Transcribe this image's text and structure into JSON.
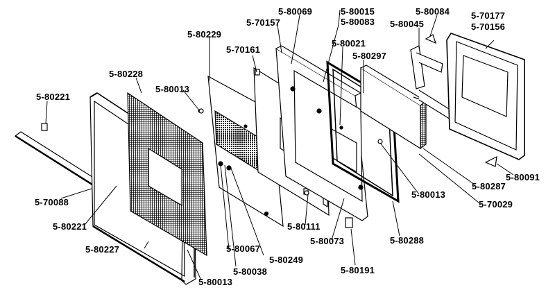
{
  "diagram": {
    "colors": {
      "ink": "#000000",
      "paper": "#ffffff"
    },
    "labels": {
      "p80069": "5-80069",
      "p80015": "5-80015",
      "p80083": "5-80083",
      "p80084": "5-80084",
      "p70177": "5-70177",
      "p70156": "5-70156",
      "p80229": "5-80229",
      "p70157": "5-70157",
      "p80045": "5-80045",
      "p80021": "5-80021",
      "p70161": "5-70161",
      "p80297": "5-80297",
      "p80228": "5-80228",
      "p80013_a": "5-80013",
      "p80221_a": "5-80221",
      "p70088": "5-70088",
      "p80221_b": "5-80221",
      "p80227": "5-80227",
      "p80067": "5-80067",
      "p80249": "5-80249",
      "p80038": "5-80038",
      "p80013_b": "5-80013",
      "p80111": "5-80111",
      "p80073": "5-80073",
      "p80191": "5-80191",
      "p80288": "5-80288",
      "p80013_c": "5-80013",
      "p80287": "5-80287",
      "p80091": "5-80091",
      "p70029": "5-70029"
    }
  }
}
